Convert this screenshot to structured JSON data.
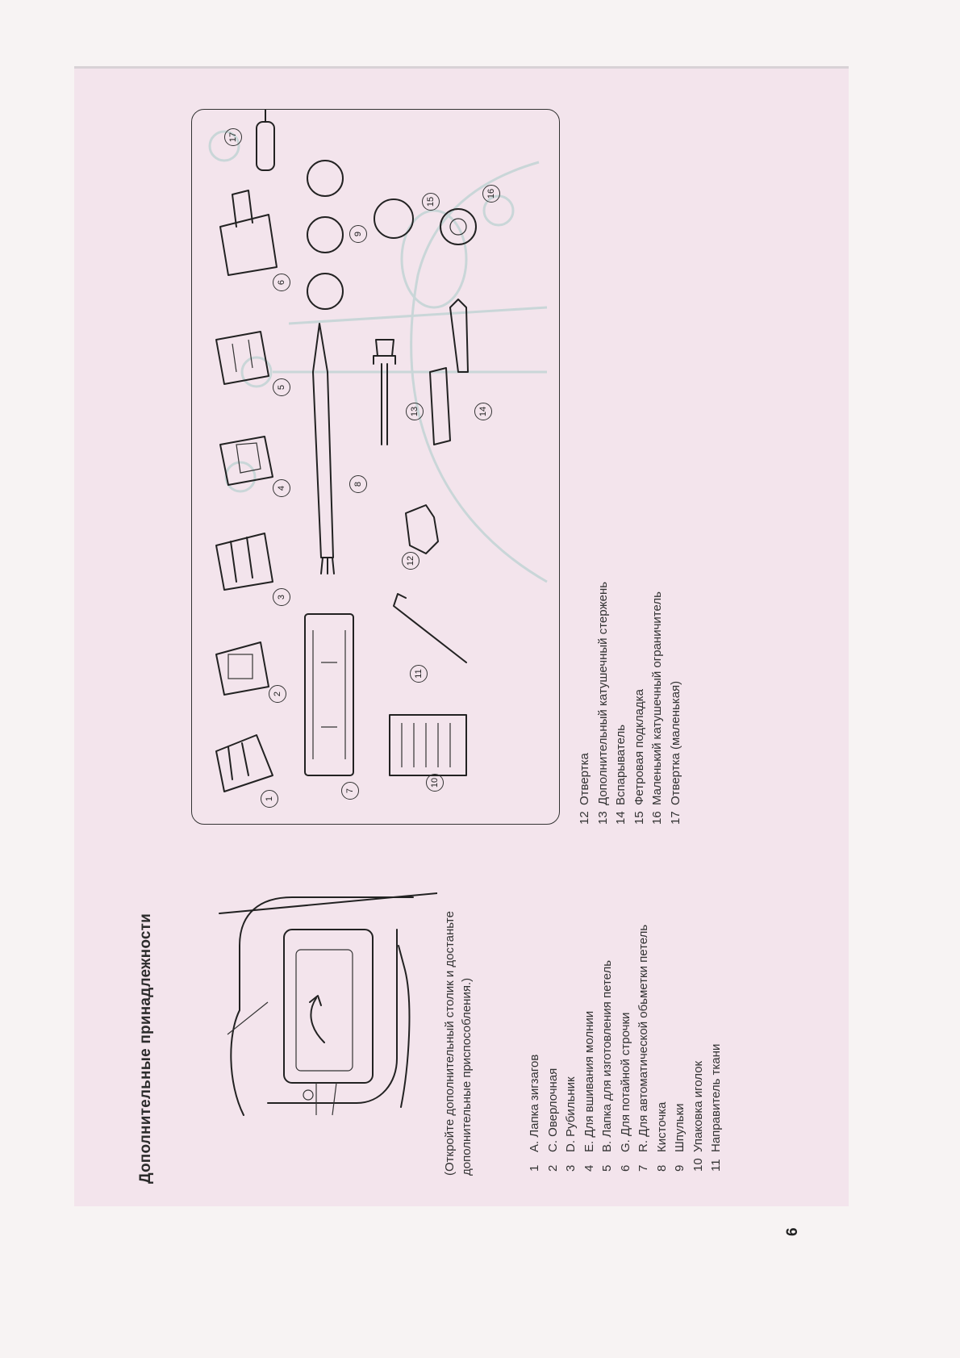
{
  "page": {
    "title": "Дополнительные принадлежности",
    "page_number": "6",
    "caption": "(Откройте дополнительный столик и достаньте дополнительные приспособления.)",
    "colors": {
      "sheet": "#f3e4ec",
      "margin": "#f7f3f3",
      "ink": "#2a2a2a"
    }
  },
  "diagram": {
    "badges": [
      "1",
      "2",
      "3",
      "4",
      "5",
      "6",
      "7",
      "8",
      "9",
      "10",
      "11",
      "12",
      "13",
      "14",
      "15",
      "16",
      "17"
    ]
  },
  "accessories_left": [
    {
      "n": "1",
      "label": "A. Лапка зигзагов"
    },
    {
      "n": "2",
      "label": "C. Оверлочная"
    },
    {
      "n": "3",
      "label": "D. Рубильник"
    },
    {
      "n": "4",
      "label": "E. Для вшивания молнии"
    },
    {
      "n": "5",
      "label": "B. Лапка для изготовления петель"
    },
    {
      "n": "6",
      "label": "G. Для потайной строчки"
    },
    {
      "n": "7",
      "label": "R. Для автоматической обьметки петель"
    },
    {
      "n": "8",
      "label": "Кисточка"
    },
    {
      "n": "9",
      "label": "Шпульки"
    },
    {
      "n": "10",
      "label": "Упаковка иголок"
    },
    {
      "n": "11",
      "label": "Направитель ткани"
    }
  ],
  "accessories_right": [
    {
      "n": "12",
      "label": "Отвертка"
    },
    {
      "n": "13",
      "label": "Дополнительный катушечный стержень"
    },
    {
      "n": "14",
      "label": "Вспарыватель"
    },
    {
      "n": "15",
      "label": "Фетровая подкладка"
    },
    {
      "n": "16",
      "label": "Маленький катушечный ограничитель"
    },
    {
      "n": "17",
      "label": "Отвертка (маленькая)"
    }
  ]
}
